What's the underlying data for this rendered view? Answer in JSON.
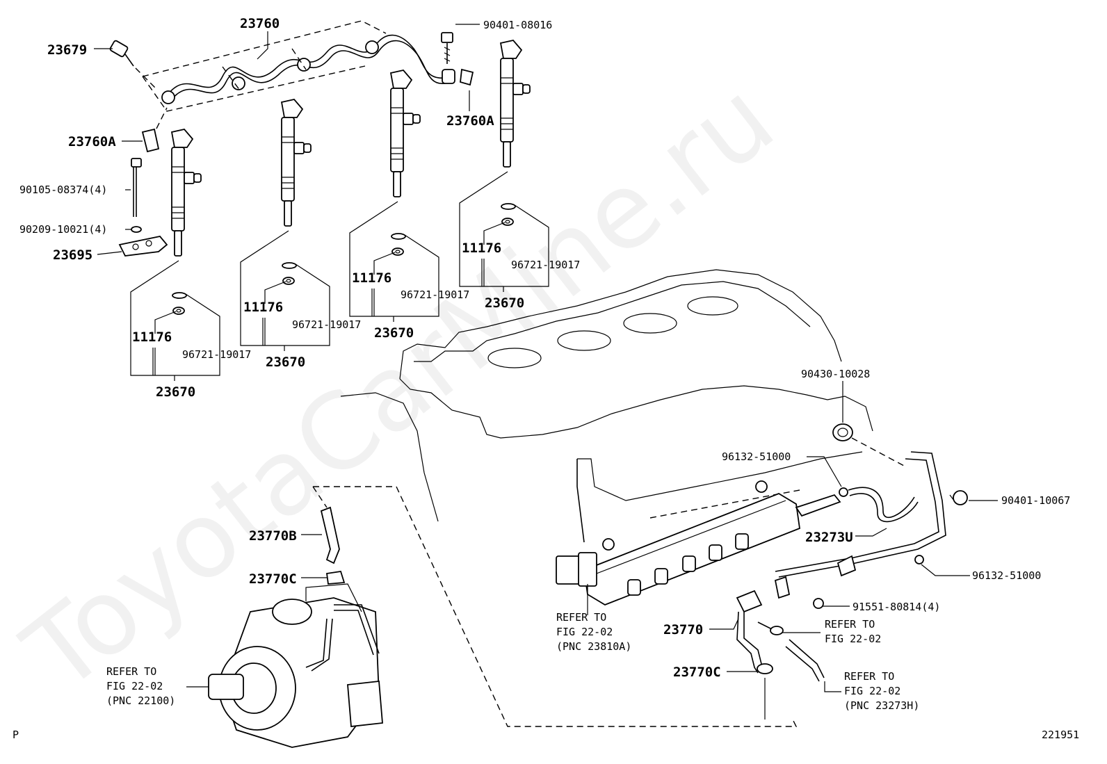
{
  "watermark": "ToyotaCarMine.ru",
  "corner_left": "P",
  "figure_number": "221951",
  "labels": {
    "l23760": "23760",
    "l23679": "23679",
    "l90401_08016": "90401-08016",
    "l23760A_left": "23760A",
    "l23760A_right": "23760A",
    "l90105": "90105-08374(4)",
    "l90209": "90209-10021(4)",
    "l23695": "23695",
    "inj1_11176": "11176",
    "inj1_96721": "96721-19017",
    "inj1_23670": "23670",
    "inj2_11176": "11176",
    "inj2_96721": "96721-19017",
    "inj2_23670": "23670",
    "inj3_11176": "11176",
    "inj3_96721": "96721-19017",
    "inj3_23670": "23670",
    "inj4_11176": "11176",
    "inj4_96721": "96721-19017",
    "inj4_23670": "23670",
    "l90430": "90430-10028",
    "l96132_top": "96132-51000",
    "l90401_10067": "90401-10067",
    "l23273U": "23273U",
    "l96132_bottom": "96132-51000",
    "l91551": "91551-80814(4)",
    "l23770B": "23770B",
    "l23770C_top": "23770C",
    "l23770": "23770",
    "l23770C_bottom": "23770C"
  },
  "refs": {
    "rail": [
      "REFER TO",
      "FIG 22-02",
      "(PNC 23810A)"
    ],
    "hose_mid": [
      "REFER TO",
      "FIG 22-02"
    ],
    "hose_low": [
      "REFER TO",
      "FIG 22-02",
      "(PNC 23273H)"
    ],
    "pump": [
      "REFER TO",
      "FIG 22-02",
      "(PNC 22100)"
    ]
  }
}
